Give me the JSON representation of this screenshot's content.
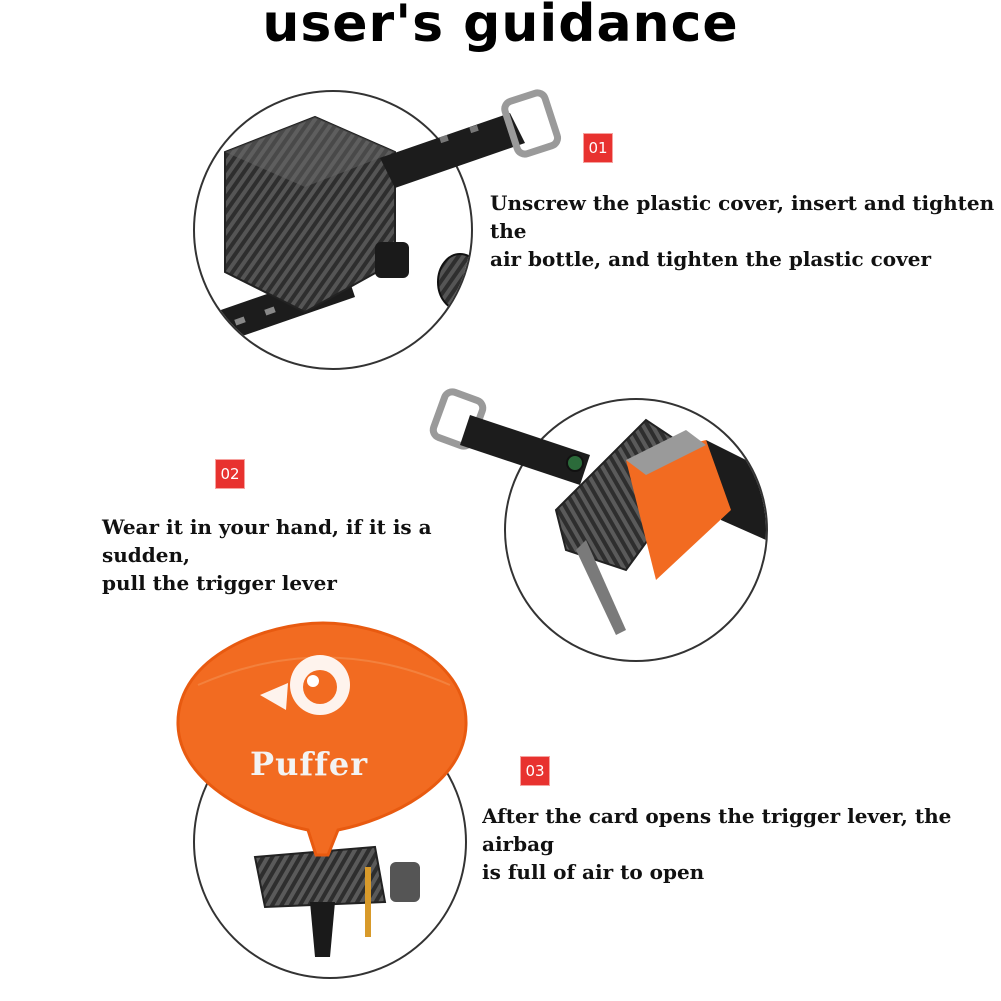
{
  "title": "user's guidance",
  "steps": [
    {
      "number": "01",
      "text": "Unscrew the plastic cover, insert and tighten the\nair bottle, and tighten the plastic cover"
    },
    {
      "number": "02",
      "text": "Wear it in your hand, if it is a sudden,\npull the trigger lever"
    },
    {
      "number": "03",
      "text": "After the card opens the trigger lever, the airbag\nis full of air to open"
    }
  ],
  "product": {
    "brand_label": "Puffer"
  },
  "colors": {
    "badge": "#e8322f",
    "airbag": "#f26b21",
    "carbon": "#3a3a3a"
  }
}
